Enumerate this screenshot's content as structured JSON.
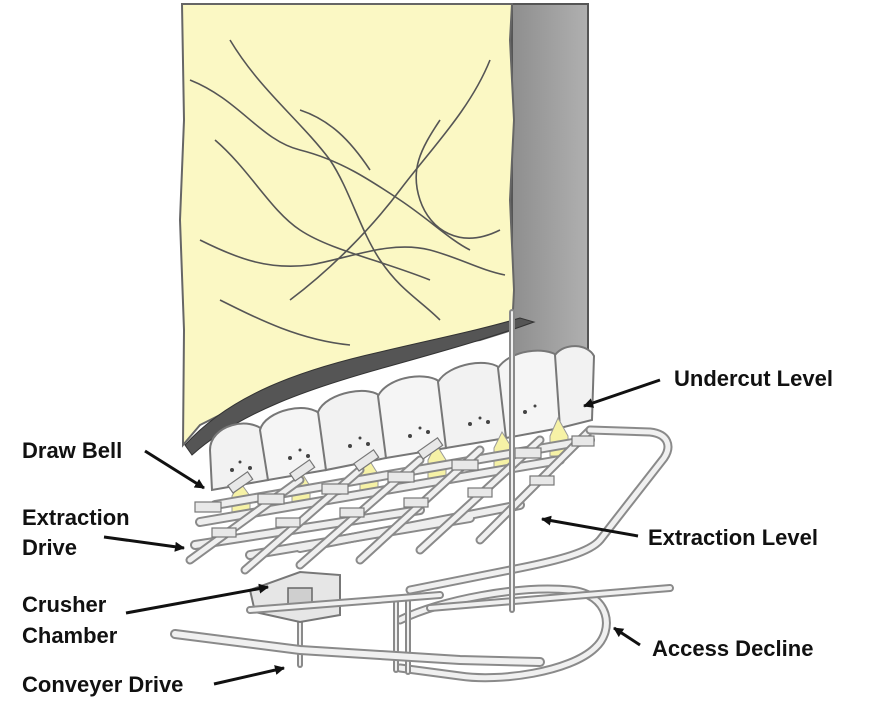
{
  "labels": {
    "draw_bell": "Draw Bell",
    "extraction_drive_line1": "Extraction",
    "extraction_drive_line2": "Drive",
    "crusher_chamber_line1": "Crusher",
    "crusher_chamber_line2": "Chamber",
    "conveyer_drive": "Conveyer Drive",
    "undercut_level": "Undercut Level",
    "extraction_level": "Extraction Level",
    "access_decline": "Access Decline"
  },
  "colors": {
    "ore_body": "#fbf8c4",
    "host_rock": "#9c9c9c",
    "fracture": "#555555",
    "tunnel_fill": "#f2f2f2",
    "tunnel_stroke": "#888888",
    "draw_point_glow": "#f6f2a6",
    "arrow": "#111111",
    "text": "#111111"
  }
}
